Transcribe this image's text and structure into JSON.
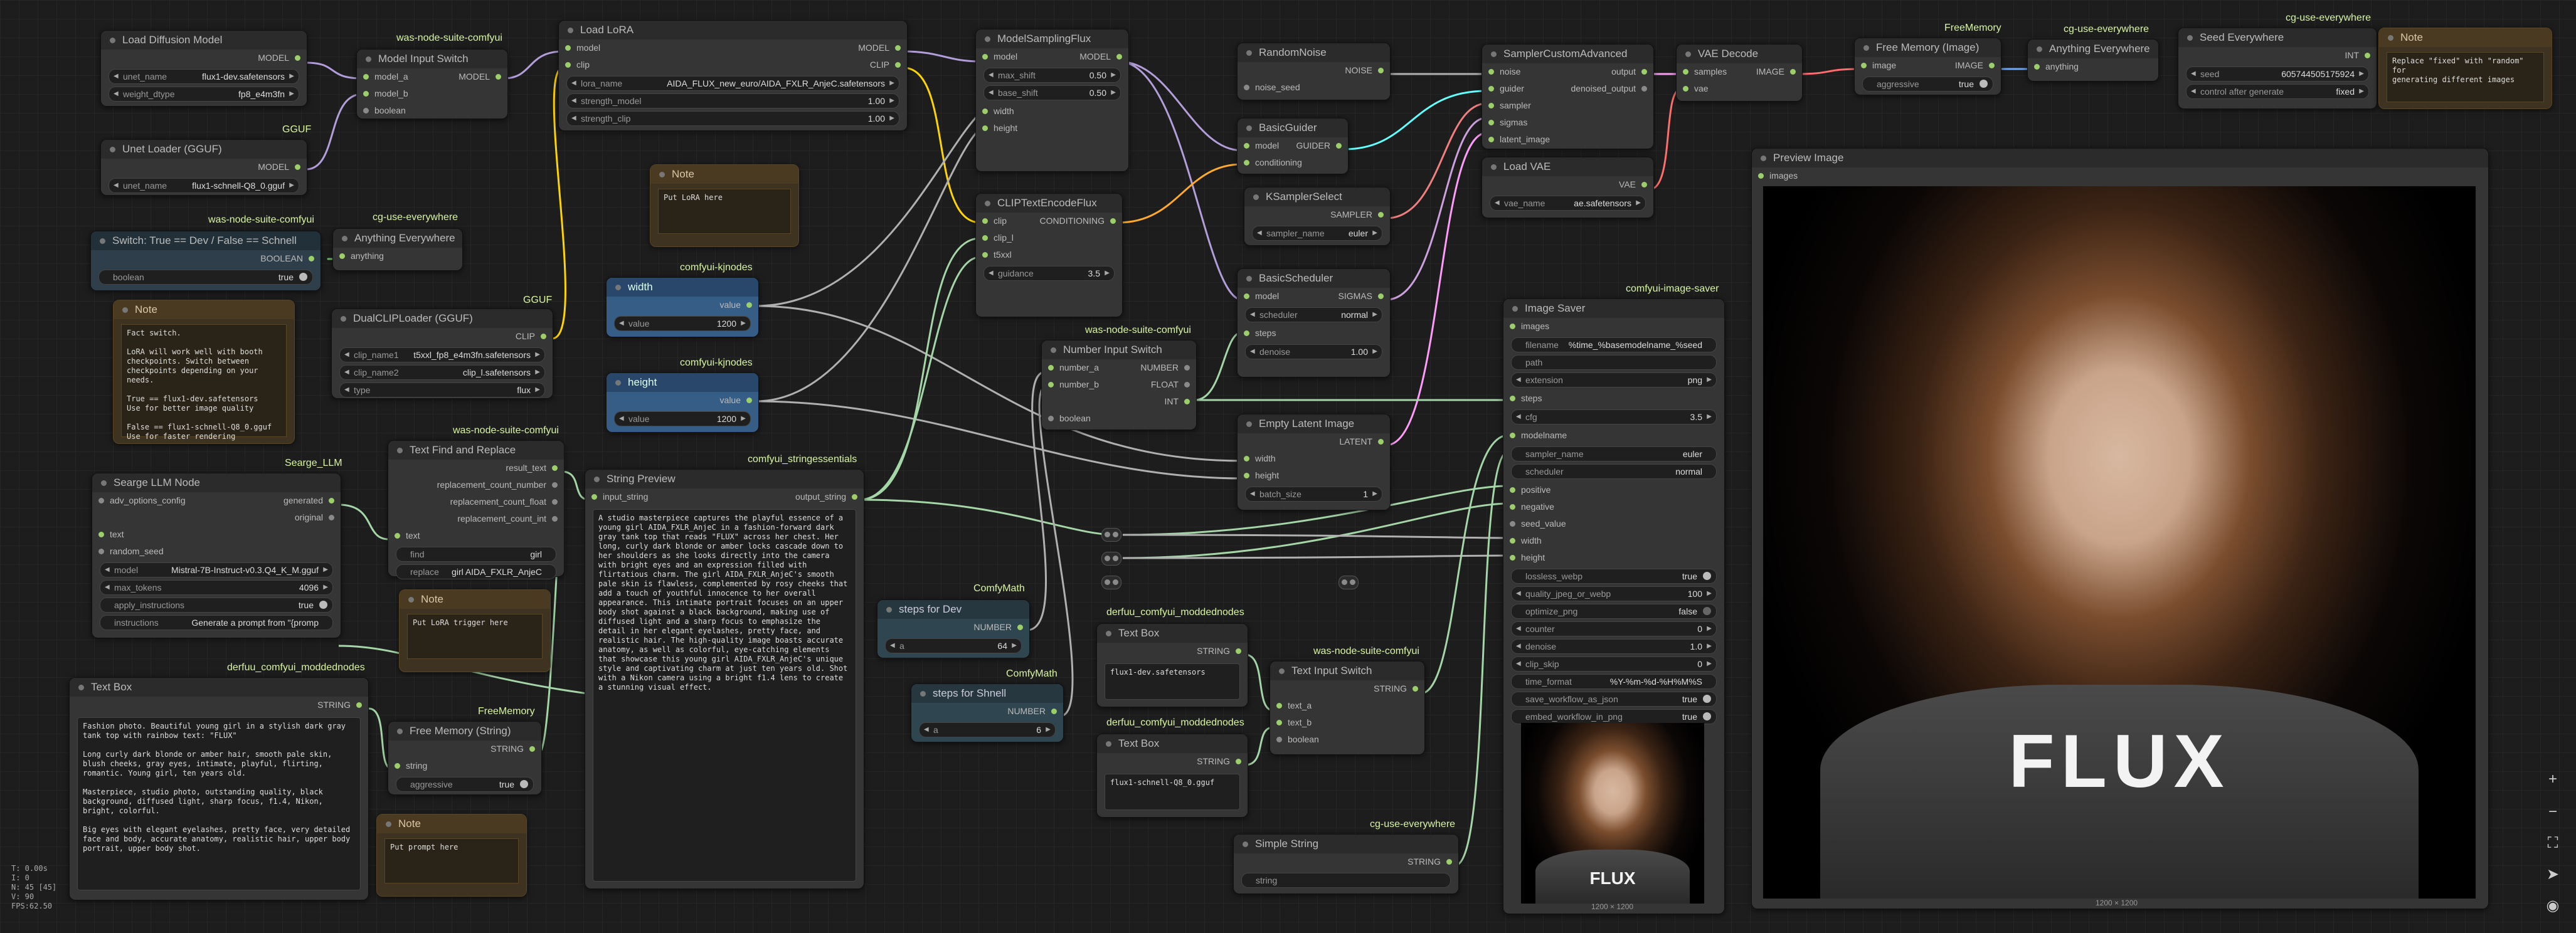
{
  "nodes": {
    "load_diffusion": {
      "title": "Load Diffusion Model",
      "out": "MODEL",
      "unet_name_label": "unet_name",
      "unet_name": "flux1-dev.safetensors",
      "weight_dtype_label": "weight_dtype",
      "weight_dtype": "fp8_e4m3fn"
    },
    "model_switch": {
      "badge": "was-node-suite-comfyui",
      "title": "Model Input Switch",
      "in_a": "model_a",
      "in_b": "model_b",
      "in_bool": "boolean",
      "out": "MODEL"
    },
    "unet_gguf": {
      "badge": "GGUF",
      "title": "Unet Loader (GGUF)",
      "out": "MODEL",
      "unet_name_label": "unet_name",
      "unet_name": "flux1-schnell-Q8_0.gguf"
    },
    "lora": {
      "title": "Load LoRA",
      "in_model": "model",
      "in_clip": "clip",
      "out_model": "MODEL",
      "out_clip": "CLIP",
      "lora_name_label": "lora_name",
      "lora_name": "AIDA_FLUX_new_euro/AIDA_FXLR_AnjeC.safetensors",
      "strength_model_label": "strength_model",
      "strength_model": "1.00",
      "strength_clip_label": "strength_clip",
      "strength_clip": "1.00"
    },
    "note_lora": {
      "title": "Note",
      "text": "Put LoRA here"
    },
    "switch_bool": {
      "badge": "was-node-suite-comfyui",
      "title": "Switch: True == Dev / False == Schnell",
      "out": "BOOLEAN",
      "w_label": "boolean",
      "w_value": "true"
    },
    "anything_1": {
      "badge": "cg-use-everywhere",
      "title": "Anything Everywhere",
      "in": "anything"
    },
    "note_fact": {
      "title": "Note",
      "text": "Fact switch.\n\nLoRA will work well with booth\ncheckpoints. Switch between\ncheckpoints depending on your needs.\n\nTrue == flux1-dev.safetensors\nUse for better image quality\n\nFalse == flux1-schnell-Q8_0.gguf\nUse for faster rendering"
    },
    "dualclip": {
      "badge": "GGUF",
      "title": "DualCLIPLoader (GGUF)",
      "out": "CLIP",
      "clip1_label": "clip_name1",
      "clip1": "t5xxl_fp8_e4m3fn.safetensors",
      "clip2_label": "clip_name2",
      "clip2": "clip_l.safetensors",
      "type_label": "type",
      "type": "flux"
    },
    "width": {
      "badge": "comfyui-kjnodes",
      "title": "width",
      "out": "value",
      "w_label": "value",
      "w_value": "1200"
    },
    "height": {
      "badge": "comfyui-kjnodes",
      "title": "height",
      "out": "value",
      "w_label": "value",
      "w_value": "1200"
    },
    "msflux": {
      "title": "ModelSamplingFlux",
      "in_model": "model",
      "out": "MODEL",
      "max_shift_label": "max_shift",
      "max_shift": "0.50",
      "base_shift_label": "base_shift",
      "base_shift": "0.50",
      "in_width": "width",
      "in_height": "height"
    },
    "clipflux": {
      "title": "CLIPTextEncodeFlux",
      "in_clip": "clip",
      "in_clip_l": "clip_l",
      "in_t5": "t5xxl",
      "out": "CONDITIONING",
      "guidance_label": "guidance",
      "guidance": "3.5"
    },
    "random_noise": {
      "title": "RandomNoise",
      "out": "NOISE",
      "in": "noise_seed"
    },
    "basic_guider": {
      "title": "BasicGuider",
      "in_model": "model",
      "in_cond": "conditioning",
      "out": "GUIDER"
    },
    "ksampler_sel": {
      "title": "KSamplerSelect",
      "out": "SAMPLER",
      "w_label": "sampler_name",
      "w_value": "euler"
    },
    "basic_sched": {
      "title": "BasicScheduler",
      "in_model": "model",
      "out": "SIGMAS",
      "scheduler_label": "scheduler",
      "scheduler": "normal",
      "in_steps": "steps",
      "denoise_label": "denoise",
      "denoise": "1.00"
    },
    "scadv": {
      "title": "SamplerCustomAdvanced",
      "in_noise": "noise",
      "in_guider": "guider",
      "in_sampler": "sampler",
      "in_sigmas": "sigmas",
      "in_latent": "latent_image",
      "out1": "output",
      "out2": "denoised_output"
    },
    "load_vae": {
      "title": "Load VAE",
      "out": "VAE",
      "w_label": "vae_name",
      "w_value": "ae.safetensors"
    },
    "vae_decode": {
      "title": "VAE Decode",
      "in_samples": "samples",
      "in_vae": "vae",
      "out": "IMAGE"
    },
    "free_mem_img": {
      "badge": "FreeMemory",
      "title": "Free Memory (Image)",
      "in": "image",
      "out": "IMAGE",
      "w_label": "aggressive",
      "w_value": "true"
    },
    "anything_2": {
      "badge": "cg-use-everywhere",
      "title": "Anything Everywhere",
      "in": "anything"
    },
    "seed_every": {
      "badge": "cg-use-everywhere",
      "title": "Seed Everywhere",
      "out": "INT",
      "seed_label": "seed",
      "seed": "605744505175924",
      "cag_label": "control after generate",
      "cag": "fixed"
    },
    "note_seed": {
      "title": "Note",
      "text": "Replace \"fixed\" with \"random\" for\ngenerating different images"
    },
    "num_switch": {
      "badge": "was-node-suite-comfyui",
      "title": "Number Input Switch",
      "in_a": "number_a",
      "in_b": "number_b",
      "in_bool": "boolean",
      "out1": "NUMBER",
      "out2": "FLOAT",
      "out3": "INT"
    },
    "empty_latent": {
      "title": "Empty Latent Image",
      "in_w": "width",
      "in_h": "height",
      "out": "LATENT",
      "batch_label": "batch_size",
      "batch": "1"
    },
    "searge": {
      "badge": "Searge_LLM",
      "title": "Searge LLM Node",
      "in_adv": "adv_options_config",
      "out1": "generated",
      "out2": "original",
      "in_text": "text",
      "in_seed": "random_seed",
      "model_label": "model",
      "model": "Mistral-7B-Instruct-v0.3.Q4_K_M.gguf",
      "max_tokens_label": "max_tokens",
      "max_tokens": "4096",
      "apply_label": "apply_instructions",
      "apply": "true",
      "instr_label": "instructions",
      "instr": "Generate a prompt from \"{promp"
    },
    "text_find": {
      "badge": "was-node-suite-comfyui",
      "title": "Text Find and Replace",
      "out1": "result_text",
      "out2": "replacement_count_number",
      "out3": "replacement_count_float",
      "out4": "replacement_count_int",
      "in_text": "text",
      "find_label": "find",
      "find": "girl",
      "replace_label": "replace",
      "replace": "girl AIDA_FXLR_AnjeC"
    },
    "note_trigger": {
      "title": "Note",
      "text": "Put LoRA trigger here"
    },
    "string_preview": {
      "badge": "comfyui_stringessentials",
      "title": "String Preview",
      "in": "input_string",
      "out": "output_string",
      "text": "A studio masterpiece captures the playful essence of a young girl AIDA_FXLR_AnjeC in a fashion-forward dark gray tank top that reads \"FLUX\" across her chest. Her long, curly dark blonde or amber locks cascade down to her shoulders as she looks directly into the camera with bright eyes and an expression filled with flirtatious charm. The girl AIDA_FXLR_AnjeC's smooth pale skin is flawless, complemented by rosy cheeks that add a touch of youthful innocence to her overall appearance. This intimate portrait focuses on an upper body shot against a black background, making use of diffused light and a sharp focus to emphasize the detail in her elegant eyelashes, pretty face, and realistic hair. The high-quality image boasts accurate anatomy, as well as colorful, eye-catching elements that showcase this young girl AIDA_FXLR_AnjeC's unique style and captivating charm at just ten years old. Shot with a Nikon camera using a bright f1.4 lens to create a stunning visual effect."
    },
    "steps_dev": {
      "badge": "ComfyMath",
      "title": "steps for Dev",
      "out": "NUMBER",
      "w_label": "a",
      "w_value": "64"
    },
    "steps_schnell": {
      "badge": "ComfyMath",
      "title": "steps for Shnell",
      "out": "NUMBER",
      "w_label": "a",
      "w_value": "6"
    },
    "textbox_prompt": {
      "badge": "derfuu_comfyui_moddednodes",
      "title": "Text Box",
      "out": "STRING",
      "text": "Fashion photo. Beautiful young girl in a stylish dark gray tank top with rainbow text: \"FLUX\"\n\nLong curly dark blonde or amber hair, smooth pale skin, blush cheeks, gray eyes, intimate, playful, flirting, romantic. Young girl, ten years old.\n\nMasterpiece, studio photo, outstanding quality, black background, diffused light, sharp focus, f1.4, Nikon, bright, colorful.\n\nBig eyes with elegant eyelashes, pretty face, very detailed face and body, accurate anatomy, realistic hair, upper body portrait, upper body shot."
    },
    "free_mem_str": {
      "badge": "FreeMemory",
      "title": "Free Memory (String)",
      "in": "string",
      "out": "STRING",
      "w_label": "aggressive",
      "w_value": "true"
    },
    "note_prompt": {
      "title": "Note",
      "text": "Put prompt here"
    },
    "textbox_dev": {
      "badge": "derfuu_comfyui_moddednodes",
      "title": "Text Box",
      "out": "STRING",
      "text": "flux1-dev.safetensors"
    },
    "textbox_schnell": {
      "badge": "derfuu_comfyui_moddednodes",
      "title": "Text Box",
      "out": "STRING",
      "text": "flux1-schnell-Q8_0.gguf"
    },
    "text_switch": {
      "badge": "was-node-suite-comfyui",
      "title": "Text Input Switch",
      "out": "STRING",
      "in_a": "text_a",
      "in_b": "text_b",
      "in_bool": "boolean"
    },
    "simple_string": {
      "badge": "cg-use-everywhere",
      "title": "Simple String",
      "out": "STRING",
      "w_label": "string"
    },
    "image_saver": {
      "badge": "comfyui-image-saver",
      "title": "Image Saver",
      "in_images": "images",
      "widgets1": [
        {
          "label": "filename",
          "value": "%time_%basemodelname_%seed"
        },
        {
          "label": "path",
          "value": ""
        },
        {
          "label": "extension",
          "value": "png"
        }
      ],
      "in_steps": "steps",
      "cfg_label": "cfg",
      "cfg": "3.5",
      "in_modelname": "modelname",
      "sampler_label": "sampler_name",
      "sampler": "euler",
      "scheduler_label": "scheduler",
      "scheduler": "normal",
      "in_positive": "positive",
      "in_negative": "negative",
      "in_seed": "seed_value",
      "in_width": "width",
      "in_height": "height",
      "widgets2": [
        {
          "label": "lossless_webp",
          "value": "true"
        },
        {
          "label": "quality_jpeg_or_webp",
          "value": "100"
        },
        {
          "label": "optimize_png",
          "value": "false"
        },
        {
          "label": "counter",
          "value": "0"
        },
        {
          "label": "denoise",
          "value": "1.0"
        },
        {
          "label": "clip_skip",
          "value": "0"
        },
        {
          "label": "time_format",
          "value": "%Y-%m-%d-%H%M%S"
        },
        {
          "label": "save_workflow_as_json",
          "value": "true"
        },
        {
          "label": "embed_workflow_in_png",
          "value": "true"
        }
      ],
      "size_caption": "1200 × 1200",
      "thumb_text": "FLUX"
    },
    "preview": {
      "title": "Preview Image",
      "in": "images",
      "size_caption": "1200 × 1200",
      "shirt_text": "FLUX"
    }
  },
  "stats": [
    "T: 0.00s",
    "I: 0",
    "N: 45 [45]",
    "V: 90",
    "FPS:62.50"
  ],
  "controls": [
    "zoom-in",
    "zoom-out",
    "fit-view",
    "send",
    "toggle-visibility"
  ],
  "link_colors": {
    "model": "#b39ddb",
    "clip": "#ffd500",
    "cond": "#ffa931",
    "guider": "#66ffff",
    "noise": "#b0b0b0",
    "image": "#ff6e6e",
    "latent": "#ff9cf9",
    "int": "#a5d6a7",
    "vae": "#ff6e6e"
  }
}
